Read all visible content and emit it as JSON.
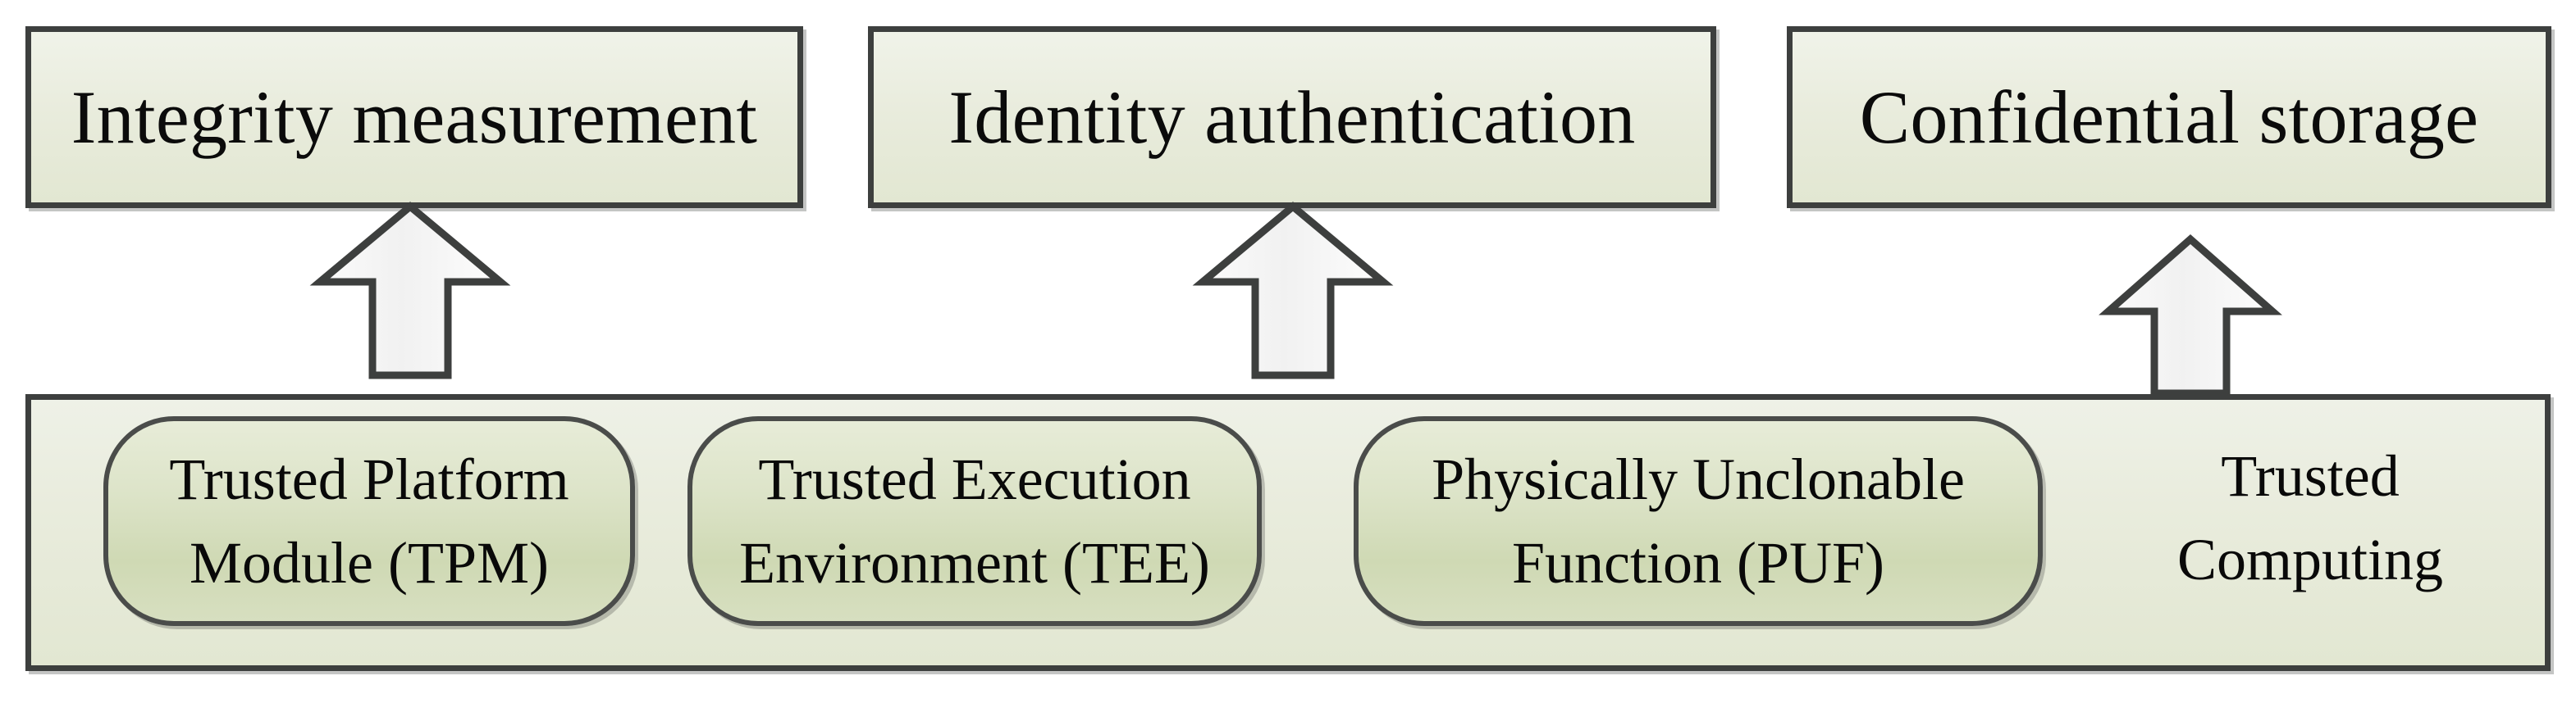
{
  "diagram": {
    "title": "Trusted Computing capability diagram",
    "background_color": "#ffffff",
    "outline_color": "#3d3f3e",
    "box_fill_top": "#f0f3e9",
    "box_fill_bottom": "#e2e7d2",
    "pill_fill_top": "#e7ecd8",
    "pill_fill_bottom": "#cfd9b4",
    "arrow_fill": "#f4f4f4"
  },
  "capabilities": [
    {
      "label": "Integrity measurement"
    },
    {
      "label": "Identity authentication"
    },
    {
      "label": "Confidential storage"
    }
  ],
  "arrows": [
    {
      "name": "arrow-up-integrity",
      "direction": "up"
    },
    {
      "name": "arrow-up-identity",
      "direction": "up"
    },
    {
      "name": "arrow-up-confidential",
      "direction": "up"
    }
  ],
  "foundation": {
    "caption_line_1": "Trusted",
    "caption_line_2": "Computing",
    "technologies": [
      {
        "line_1": "Trusted Platform",
        "line_2": "Module (TPM)"
      },
      {
        "line_1": "Trusted Execution",
        "line_2": "Environment (TEE)"
      },
      {
        "line_1": "Physically Unclonable",
        "line_2": "Function (PUF)"
      }
    ]
  }
}
